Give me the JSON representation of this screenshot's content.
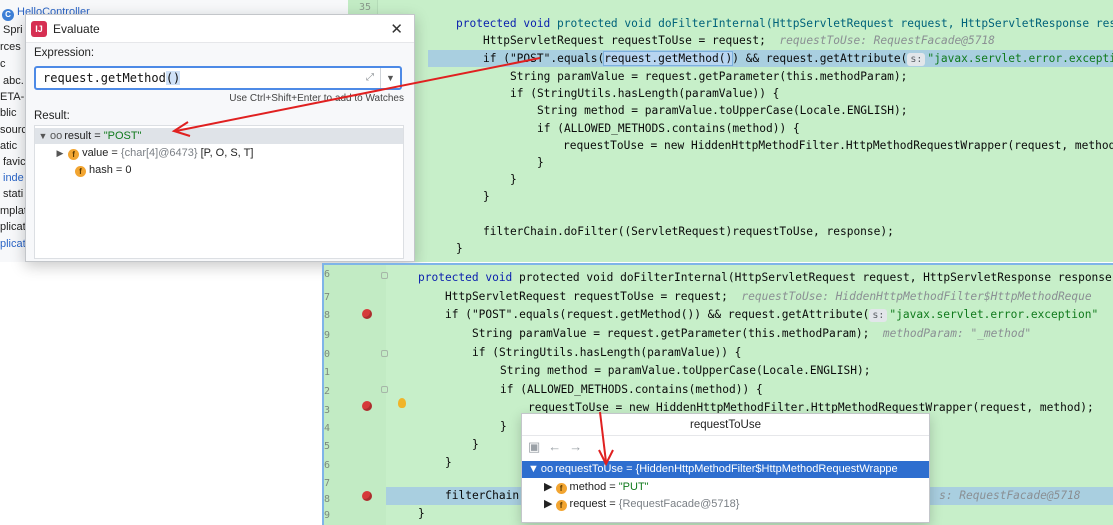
{
  "tree": {
    "items": [
      {
        "label": "HelloController",
        "blue": true,
        "icon": "class-icon"
      },
      {
        "label": "Spri",
        "blue": false
      },
      {
        "label": "rces",
        "blue": false
      },
      {
        "label": "c",
        "blue": false
      },
      {
        "label": "abc.",
        "blue": false
      },
      {
        "label": "ETA-I",
        "blue": false
      },
      {
        "label": "blic",
        "blue": false
      },
      {
        "label": "sourc",
        "blue": false
      },
      {
        "label": "atic",
        "blue": false
      },
      {
        "label": "favic",
        "blue": false
      },
      {
        "label": "inde",
        "blue": true
      },
      {
        "label": "stati",
        "blue": false
      },
      {
        "label": "mplat",
        "blue": false
      },
      {
        "label": "plicat",
        "blue": false
      },
      {
        "label": "plicat",
        "blue": true
      }
    ]
  },
  "editor_top": {
    "line_number": "35",
    "lines": {
      "l1_pre": "protected void doFilterInternal(HttpServletRequest request, HttpServletResponse response, FilterCha",
      "l2_code": "HttpServletRequest requestToUse = request;",
      "l2_hint": "requestToUse: RequestFacade@5718",
      "l3_a": "if (\"POST\".equals(",
      "l3_sel": "request.getMethod()",
      "l3_b": ") && request.getAttribute(",
      "l3_tag": "s:",
      "l3_c": "\"javax.servlet.error.exceptio",
      "l4": "String paramValue = request.getParameter(this.methodParam);",
      "l5": "if (StringUtils.hasLength(paramValue)) {",
      "l6": "String method = paramValue.toUpperCase(Locale.ENGLISH);",
      "l7": "if (ALLOWED_METHODS.contains(method)) {",
      "l8": "requestToUse = new HiddenHttpMethodFilter.HttpMethodRequestWrapper(request, method)",
      "l9": "}",
      "l10": "}",
      "l11": "}",
      "l12": "filterChain.doFilter((ServletRequest)requestToUse, response);",
      "l13": "}"
    }
  },
  "evaluate": {
    "title": "Evaluate",
    "expression_label": "Expression:",
    "expression_value": "request.getMethod",
    "expression_parens": "()",
    "hint": "Use Ctrl+Shift+Enter to add to Watches",
    "result_label": "Result:",
    "result_rows": {
      "result_name": "result",
      "result_value": "\"POST\"",
      "value_name": "value",
      "value_type": "{char[4]@6473}",
      "value_value": "[P, O, S, T]",
      "hash_name": "hash",
      "hash_value": "0"
    }
  },
  "editor_bottom": {
    "line_numbers": [
      "6",
      "7",
      "8",
      "9",
      "0",
      "1",
      "2",
      "3",
      "4",
      "5",
      "6",
      "7",
      "8",
      "9"
    ],
    "lines": {
      "l1": "protected void doFilterInternal(HttpServletRequest request, HttpServletResponse response, FilterChai",
      "l2_code": "HttpServletRequest requestToUse = request;",
      "l2_hint": "requestToUse: HiddenHttpMethodFilter$HttpMethodReque",
      "l3_a": "if (\"POST\".equals(request.getMethod()) && request.getAttribute(",
      "l3_tag": "s:",
      "l3_b": "\"javax.servlet.error.exception\"",
      "l4_code": "String paramValue = request.getParameter(this.methodParam);",
      "l4_hint": "methodParam: \"_method\"",
      "l5": "if (StringUtils.hasLength(paramValue)) {",
      "l6": "String method = paramValue.toUpperCase(Locale.ENGLISH);",
      "l7": "if (ALLOWED_METHODS.contains(method)) {",
      "l8": "requestToUse = new HiddenHttpMethodFilter.HttpMethodRequestWrapper(request, method);",
      "l9": "}",
      "l10": "}",
      "l11": "}",
      "l13": "filterChain",
      "l13_hint": "s: RequestFacade@5718",
      "l14": "}"
    }
  },
  "popup": {
    "title": "requestToUse",
    "root_name": "requestToUse",
    "root_value": "{HiddenHttpMethodFilter$HttpMethodRequestWrappe",
    "method_name": "method",
    "method_value": "\"PUT\"",
    "request_name": "request",
    "request_value": "{RequestFacade@5718}"
  },
  "colors": {
    "editor_bg": "#c7efc9",
    "exec_line": "#a9cfe0",
    "selection_blue": "#2e6ecf",
    "arrow_red": "#e02020"
  }
}
